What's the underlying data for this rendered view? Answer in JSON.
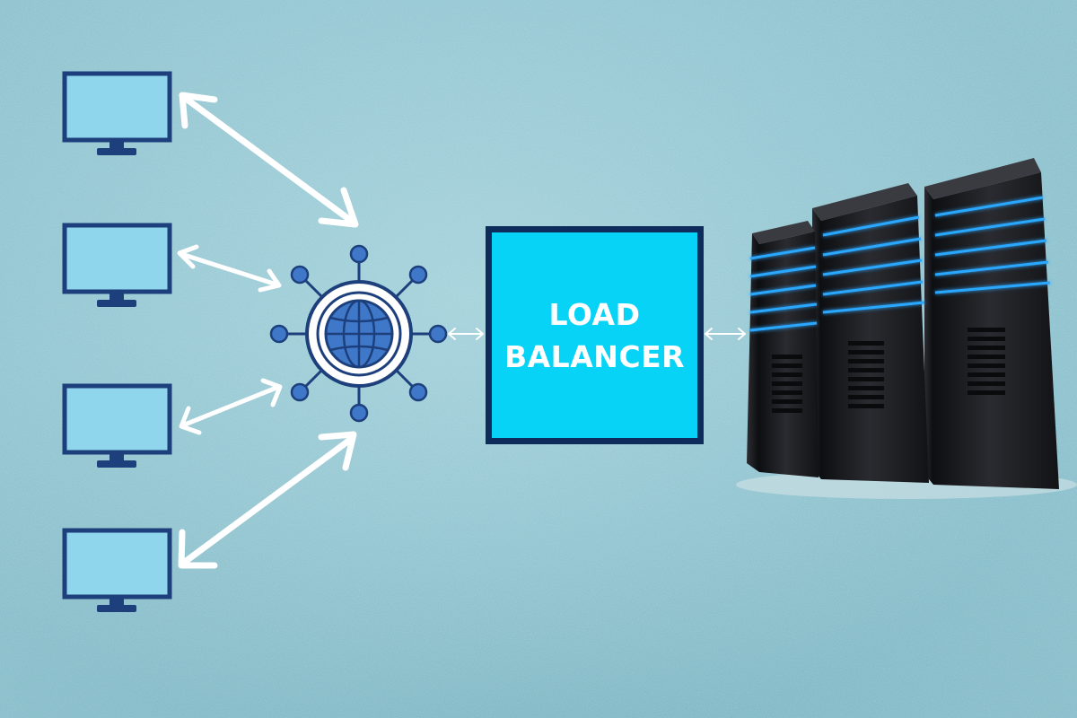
{
  "diagram": {
    "load_balancer": {
      "label_line1": "LOAD",
      "label_line2": "BALANCER"
    },
    "clients": [
      {
        "name": "client-monitor-1"
      },
      {
        "name": "client-monitor-2"
      },
      {
        "name": "client-monitor-3"
      },
      {
        "name": "client-monitor-4"
      }
    ],
    "nodes": [
      "internet-globe",
      "load-balancer",
      "server-rack"
    ],
    "colors": {
      "background": "#8fc3cf",
      "monitor_fill": "#8fd6ec",
      "monitor_outline": "#1d3f7c",
      "globe_blue": "#3f78c9",
      "load_balancer_fill": "#07d3f7",
      "load_balancer_border": "#0d2c5c",
      "server_body": "#1b1c20",
      "server_glow": "#2aa7ff",
      "arrow": "#ffffff"
    },
    "icons": [
      "monitor-icon",
      "globe-network-icon",
      "server-rack-icon",
      "double-arrow-icon"
    ]
  }
}
